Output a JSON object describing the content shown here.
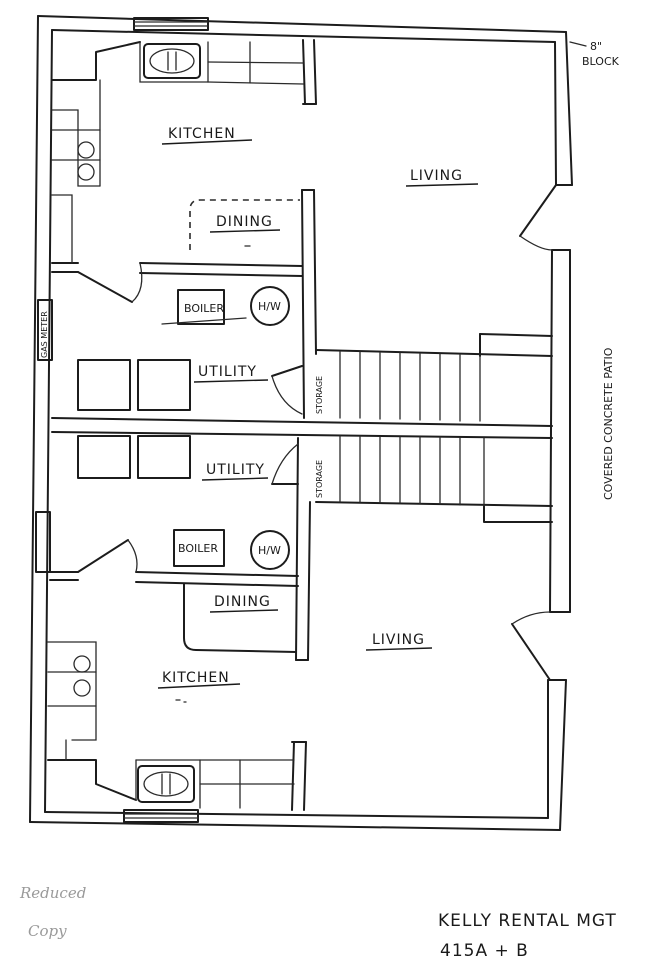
{
  "unit_a": {
    "kitchen": "KITCHEN",
    "living": "LIVING",
    "dining": "DINING",
    "utility": "UTILITY",
    "boiler": "BOILER",
    "hw": "H/W",
    "storage": "STORAGE"
  },
  "unit_b": {
    "kitchen": "KITCHEN",
    "living": "LIVING",
    "dining": "DINING",
    "utility": "UTILITY",
    "boiler": "BOILER",
    "hw": "H/W",
    "storage": "STORAGE"
  },
  "wall_note": {
    "thickness": "8\"",
    "material": "BLOCK"
  },
  "side_labels": {
    "patio": "COVERED CONCRETE PATIO",
    "gas_meter": "GAS METER"
  },
  "stamp": {
    "line1": "Reduced",
    "line2": "Copy"
  },
  "title_block": {
    "company": "KELLY RENTAL MGT",
    "address": "415A + B"
  }
}
